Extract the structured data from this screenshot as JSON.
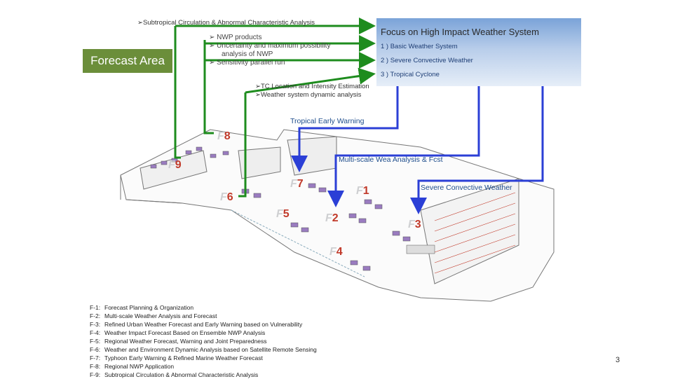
{
  "top_label": "➢Subtropical Circulation & Abnormal Characteristic Analysis",
  "nwp_items": [
    "➢ NWP products",
    "➢ Uncertainty and maximum possibility",
    "analysis of NWP",
    "➢ Sensitivity parallel run"
  ],
  "forecast_area": "Forecast Area",
  "focus": {
    "title": "Focus on High Impact Weather System",
    "items": [
      "1 ) Basic Weather System",
      "2 ) Severe Convective Weather",
      "3 ) Tropical Cyclone"
    ]
  },
  "tc_items": [
    "➢TC Location and Intensity Estimation",
    "➢Weather system dynamic analysis"
  ],
  "labels": {
    "tropical_early_warning": "Tropical Early Warning",
    "multi_scale": "Multi-scale Wea Analysis & Fcst",
    "severe_convective": "Severe Convective Weather"
  },
  "stations": [
    {
      "prefix": "F",
      "num": "8"
    },
    {
      "prefix": "F",
      "num": "9"
    },
    {
      "prefix": "F",
      "num": "7"
    },
    {
      "prefix": "F",
      "num": "1"
    },
    {
      "prefix": "F",
      "num": "6"
    },
    {
      "prefix": "F",
      "num": "5"
    },
    {
      "prefix": "F",
      "num": "2"
    },
    {
      "prefix": "F",
      "num": "3"
    },
    {
      "prefix": "F",
      "num": "4"
    }
  ],
  "legend": [
    {
      "code": "F-1:",
      "text": "Forecast Planning & Organization"
    },
    {
      "code": "F-2:",
      "text": "Multi-scale Weather Analysis and Forecast"
    },
    {
      "code": "F-3:",
      "text": "Refined Urban Weather Forecast and Early Warning based on Vulnerability"
    },
    {
      "code": "F-4:",
      "text": "Weather Impact Forecast Based on Ensemble NWP Analysis"
    },
    {
      "code": "F-5:",
      "text": "Regional Weather Forecast, Warning and Joint Preparedness"
    },
    {
      "code": "F-6:",
      "text": "Weather and Environment Dynamic Analysis based on Satellite Remote Sensing"
    },
    {
      "code": "F-7:",
      "text": "Typhoon Early Warning & Refined Marine Weather Forecast"
    },
    {
      "code": "F-8:",
      "text": "Regional NWP Application"
    },
    {
      "code": "F-9:",
      "text": "Subtropical Circulation & Abnormal Characteristic Analysis"
    }
  ],
  "page_number": "3",
  "colors": {
    "green": "#1e8c1e",
    "blue": "#2b3fd6",
    "forecast_bg": "#6b8e3a",
    "focus_title": "#2a2a2a",
    "red": "#c13a2a"
  }
}
